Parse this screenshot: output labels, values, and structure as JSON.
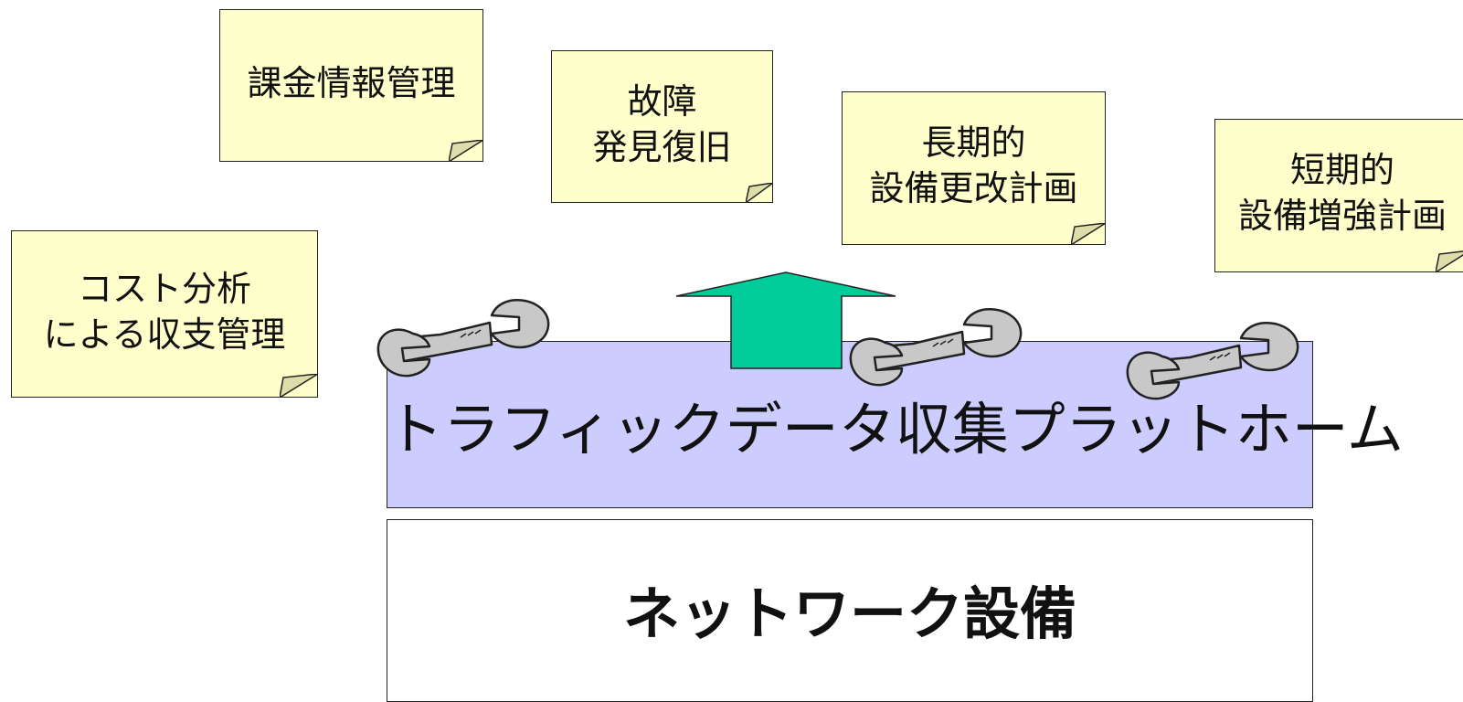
{
  "notes": {
    "billing": "課金情報管理",
    "fault": "故障\n発見復旧",
    "long_term": "長期的\n設備更改計画",
    "short_term": "短期的\n設備増強計画",
    "cost": "コスト分析\nによる収支管理"
  },
  "platform": {
    "label": "トラフィックデータ収集プラットホーム"
  },
  "network": {
    "label": "ネットワーク設備"
  },
  "colors": {
    "note_fill": "#ffffcc",
    "platform_fill": "#ccccff",
    "arrow_fill": "#00cc99",
    "wrench_fill": "#c8c8c8"
  },
  "icons": {
    "arrow": "up-arrow-icon",
    "wrench": "wrench-icon"
  }
}
